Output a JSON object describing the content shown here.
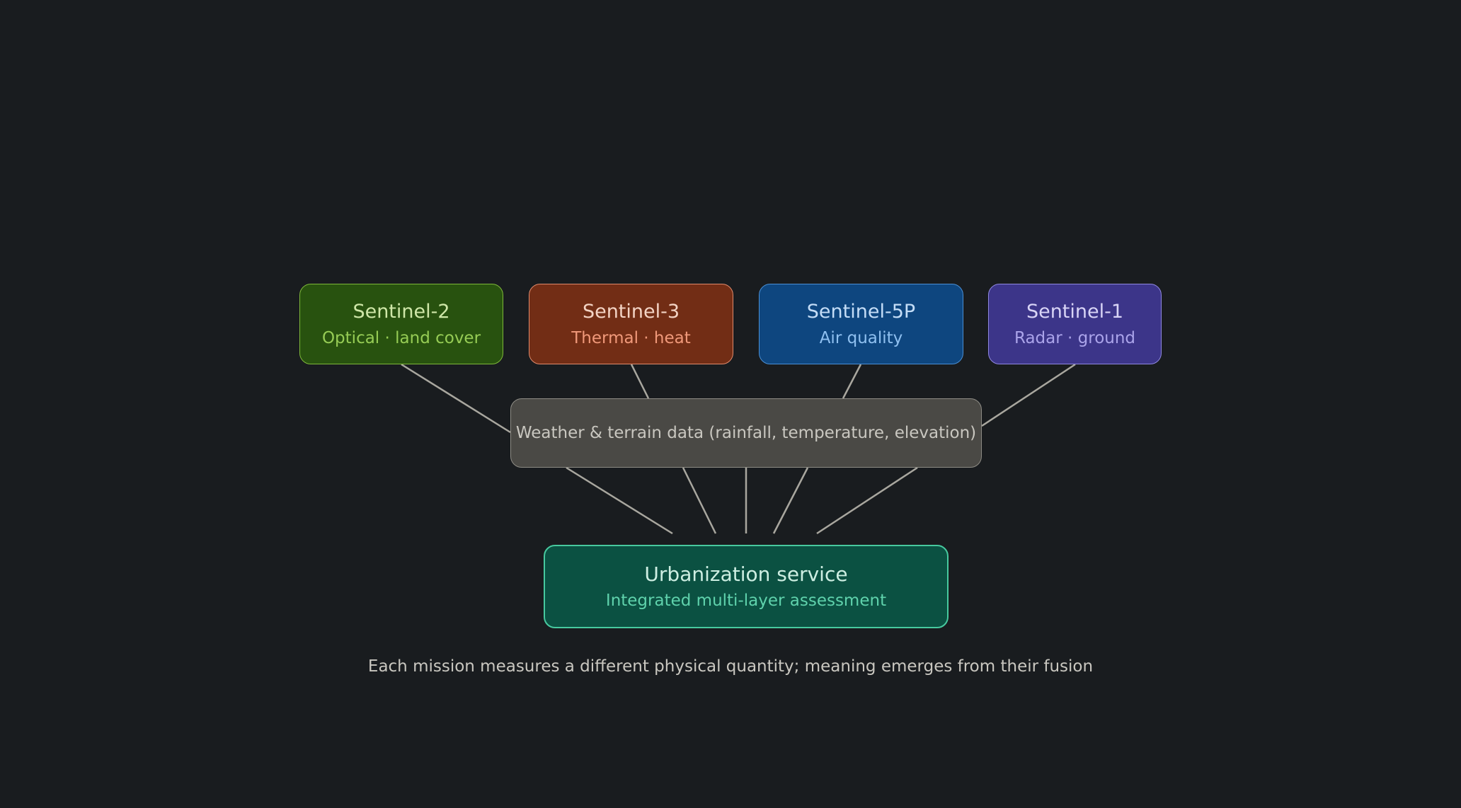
{
  "colors": {
    "background": "#191c1f",
    "connector": "#a9a79f"
  },
  "nodes": [
    {
      "id": "s2",
      "title": "Sentinel-2",
      "subtitle": "Optical · land cover",
      "fill": "#28520f",
      "border": "#7fb83a",
      "title_color": "#cfe7a8",
      "subtitle_color": "#96cc55"
    },
    {
      "id": "s3",
      "title": "Sentinel-3",
      "subtitle": "Thermal · heat",
      "fill": "#722d15",
      "border": "#e08a6b",
      "title_color": "#f3d3c4",
      "subtitle_color": "#f0997a"
    },
    {
      "id": "s5p",
      "title": "Sentinel-5P",
      "subtitle": "Air quality",
      "fill": "#0e467f",
      "border": "#4a8fd4",
      "title_color": "#c4ddf7",
      "subtitle_color": "#8fc0f0"
    },
    {
      "id": "s1",
      "title": "Sentinel-1",
      "subtitle": "Radar · ground",
      "fill": "#3c3589",
      "border": "#8f87e0",
      "title_color": "#d8d4f6",
      "subtitle_color": "#aba4ea"
    }
  ],
  "weather": {
    "label": "Weather & terrain data (rainfall, temperature, elevation)",
    "fill": "#4a4945",
    "border": "#8e8c85",
    "text_color": "#c9c7c0"
  },
  "service": {
    "title": "Urbanization service",
    "subtitle": "Integrated multi-layer assessment",
    "fill": "#0b5142",
    "border": "#47c99f",
    "title_color": "#cdeee2",
    "subtitle_color": "#5fd2ac"
  },
  "caption": "Each mission measures a different physical quantity; meaning emerges from their fusion"
}
